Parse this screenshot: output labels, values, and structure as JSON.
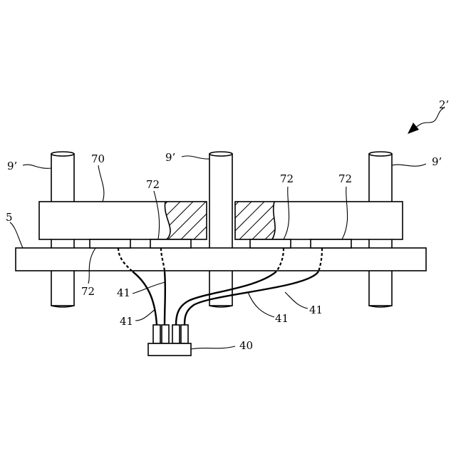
{
  "labels": {
    "assembly": "2’",
    "post_left": "9’",
    "post_mid": "9’",
    "post_right": "9’",
    "plate": "70",
    "board": "5",
    "pad_tl": "72",
    "pad_bl": "72",
    "pad_r1": "72",
    "pad_r2": "72",
    "cable_a": "41",
    "cable_b": "41",
    "cable_c": "41",
    "cable_d": "41",
    "connector": "40"
  }
}
